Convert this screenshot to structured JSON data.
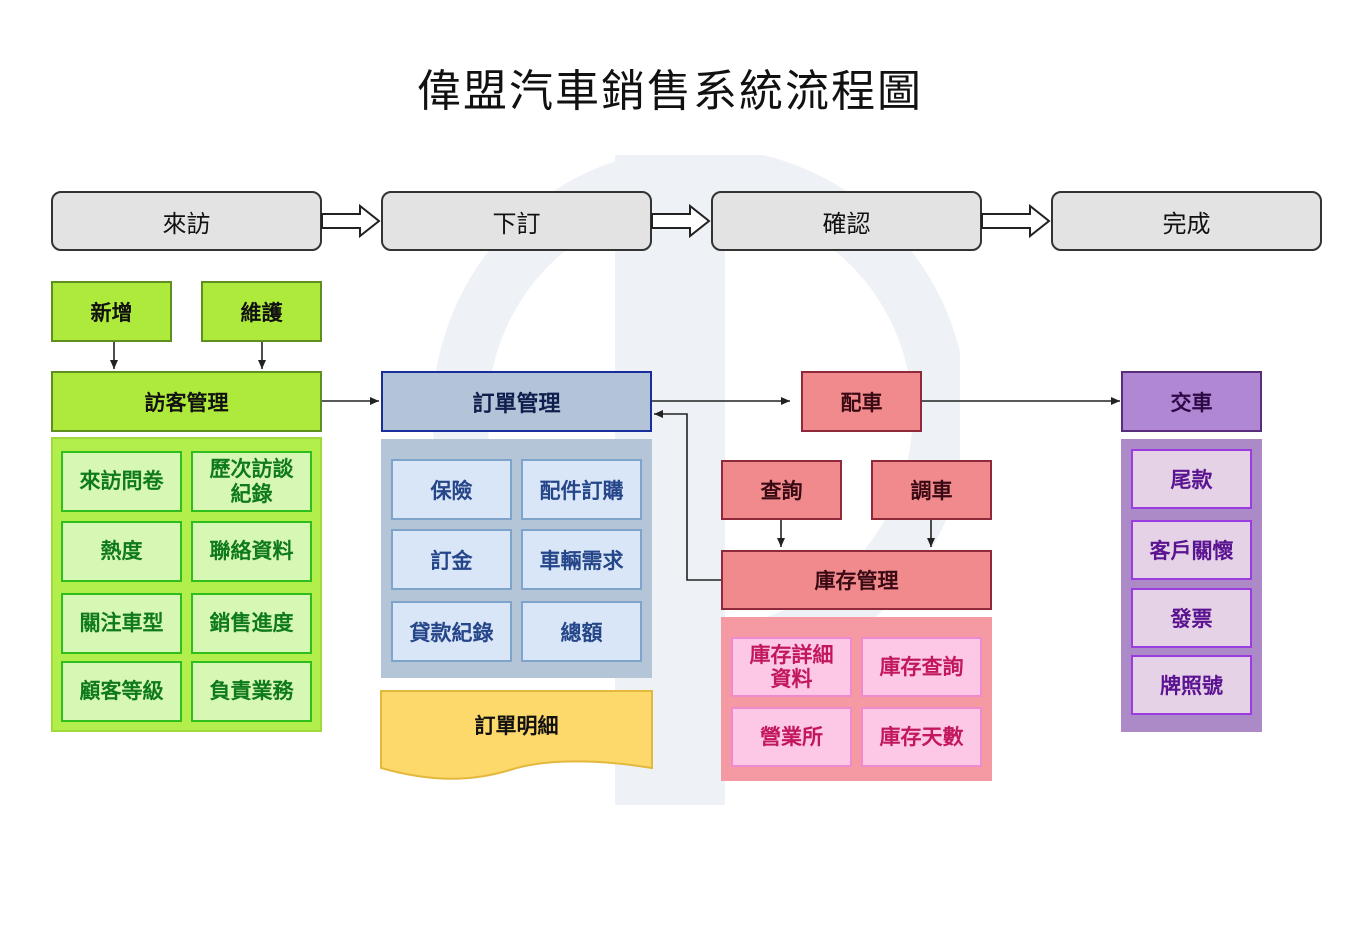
{
  "title": "偉盟汽車銷售系統流程圖",
  "phases": [
    "來訪",
    "下訂",
    "確認",
    "完成"
  ],
  "visit": {
    "add": "新增",
    "maintain": "維護",
    "head": "訪客管理",
    "cells": [
      "來訪問卷",
      "歷次訪談\n紀錄",
      "熱度",
      "聯絡資料",
      "關注車型",
      "銷售進度",
      "顧客等級",
      "負責業務"
    ]
  },
  "order": {
    "head": "訂單管理",
    "cells": [
      "保險",
      "配件訂購",
      "訂金",
      "車輛需求",
      "貸款紀錄",
      "總額"
    ],
    "detail": "訂單明細"
  },
  "confirm": {
    "allocate": "配車",
    "query": "查詢",
    "transfer": "調車",
    "head": "庫存管理",
    "cells": [
      "庫存詳細\n資料",
      "庫存查詢",
      "營業所",
      "庫存天數"
    ]
  },
  "complete": {
    "head": "交車",
    "cells": [
      "尾款",
      "客戶關懷",
      "發票",
      "牌照號"
    ]
  },
  "colors": {
    "green": "#aeea3c",
    "blue": "#b3c4d8",
    "red": "#f08a8c",
    "purple": "#b087d2",
    "phase": "#e3e3e3",
    "yellow": "#fdd86a"
  }
}
